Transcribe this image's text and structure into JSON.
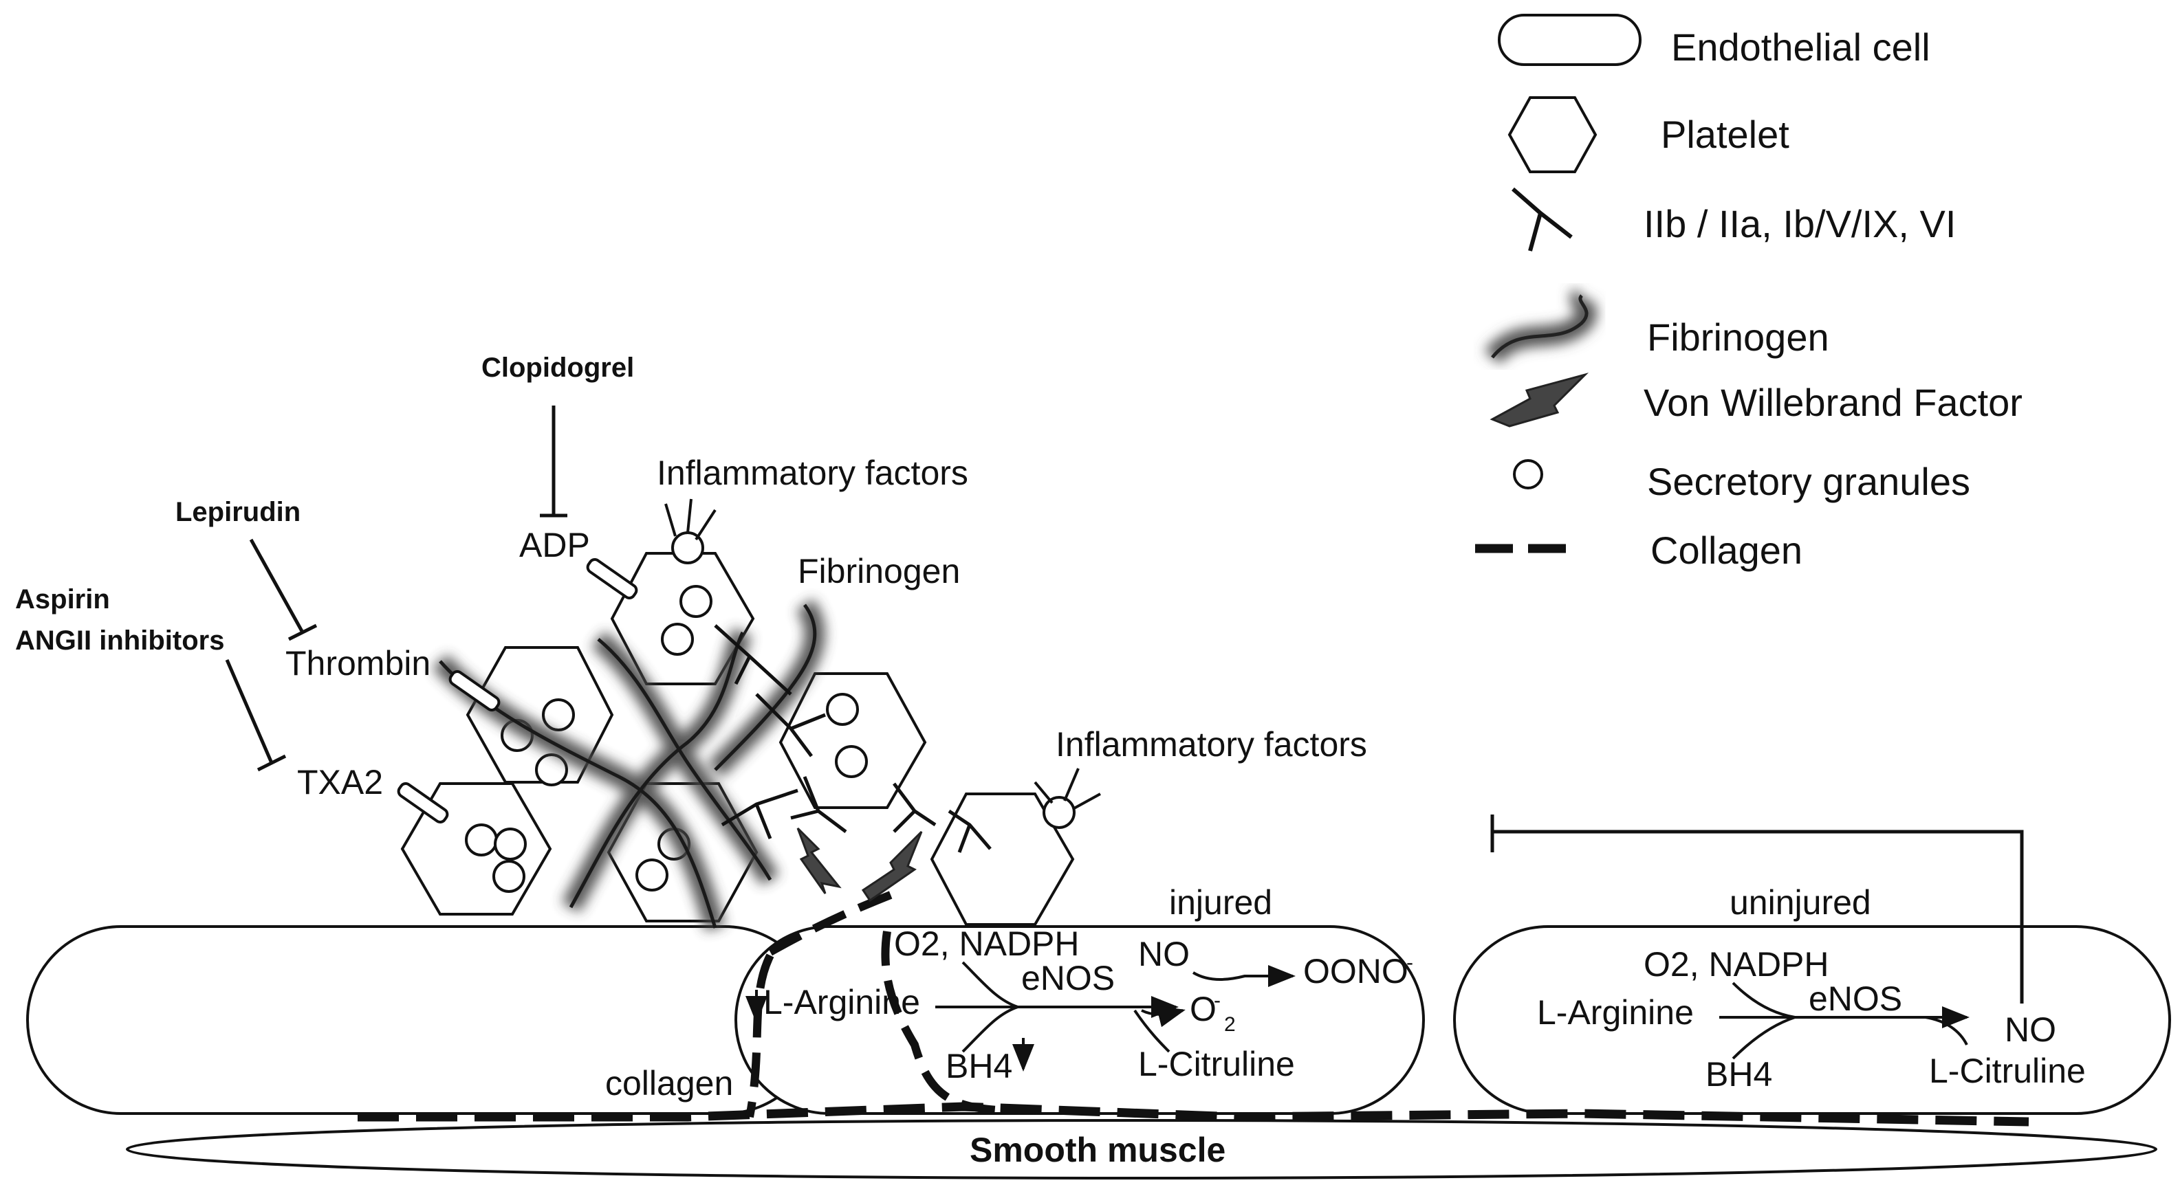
{
  "legend": {
    "endothelial": "Endothelial cell",
    "platelet": "Platelet",
    "receptors": "IIb / IIa, Ib/V/IX, VI",
    "fibrinogen": "Fibrinogen",
    "vwf": "Von Willebrand Factor",
    "granules": "Secretory granules",
    "collagen": "Collagen"
  },
  "drugs": {
    "clopidogrel": "Clopidogrel",
    "lepirudin": "Lepirudin",
    "aspirin": "Aspirin",
    "angii": "ANGII inhibitors"
  },
  "agonists": {
    "adp": "ADP",
    "thrombin": "Thrombin",
    "txa2": "TXA2"
  },
  "labels": {
    "inflammatory_top": "Inflammatory factors",
    "inflammatory_right": "Inflammatory factors",
    "fibrinogen": "Fibrinogen",
    "injured": "injured",
    "uninjured": "uninjured",
    "collagen": "collagen",
    "smooth_muscle": "Smooth muscle"
  },
  "injured_cell": {
    "o2_nadph": "O2, NADPH",
    "enos": "eNOS",
    "l_arginine": "L-Arginine",
    "bh4": "BH4",
    "no": "NO",
    "oono": "OONO",
    "superoxide": "O",
    "l_citrulline": "L-Citruline"
  },
  "uninjured_cell": {
    "o2_nadph": "O2, NADPH",
    "enos": "eNOS",
    "l_arginine": "L-Arginine",
    "bh4": "BH4",
    "no": "NO",
    "l_citrulline": "L-Citruline"
  }
}
